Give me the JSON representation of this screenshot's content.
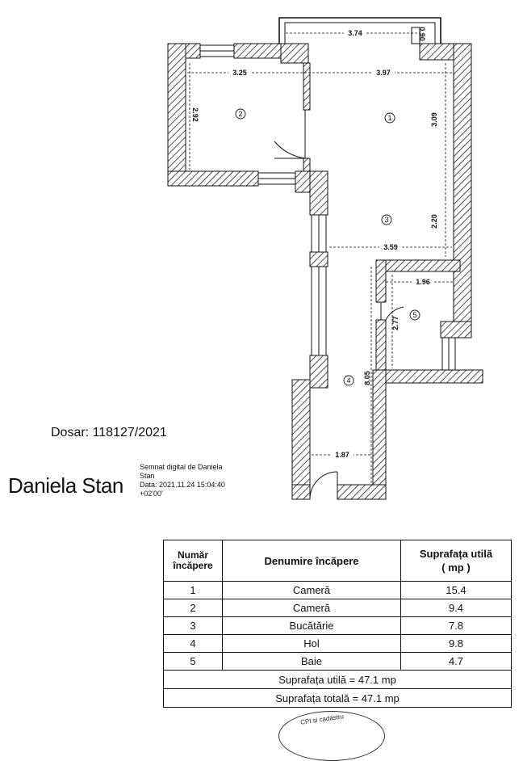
{
  "plan": {
    "dimensions": {
      "top_width": "3.74",
      "balcony_depth": "0.90",
      "room2_width": "3.25",
      "room1_width": "3.97",
      "room2_depth": "2.92",
      "room1_depth": "3.09",
      "room3_depth": "2.20",
      "room3_width": "3.59",
      "bath_width": "1.96",
      "bath_depth": "2.77",
      "hall_length": "8.05",
      "hall_width": "1.87"
    },
    "room_markers": [
      "1",
      "2",
      "3",
      "4",
      "5"
    ]
  },
  "dosar": "Dosar: 118127/2021",
  "signature": {
    "name": "Daniela Stan",
    "line1": "Semnat digital de Daniela",
    "line2": "Stan",
    "line3": "Data: 2021.11.24 15:04:40",
    "line4": "+02'00'"
  },
  "table": {
    "header_num_1": "Număr",
    "header_num_2": "încăpere",
    "header_name": "Denumire încăpere",
    "header_area_1": "Suprafața utilă",
    "header_area_2": "( mp )",
    "rows": [
      {
        "num": "1",
        "name": "Cameră",
        "area": "15.4"
      },
      {
        "num": "2",
        "name": "Cameră",
        "area": "9.4"
      },
      {
        "num": "3",
        "name": "Bucătărie",
        "area": "7.8"
      },
      {
        "num": "4",
        "name": "Hol",
        "area": "9.8"
      },
      {
        "num": "5",
        "name": "Baie",
        "area": "4.7"
      }
    ],
    "useful_total": "Suprafața utilă = 47.1 mp",
    "gross_total": "Suprafața totală = 47.1 mp"
  },
  "stamp_text": "CPI si cadastru"
}
